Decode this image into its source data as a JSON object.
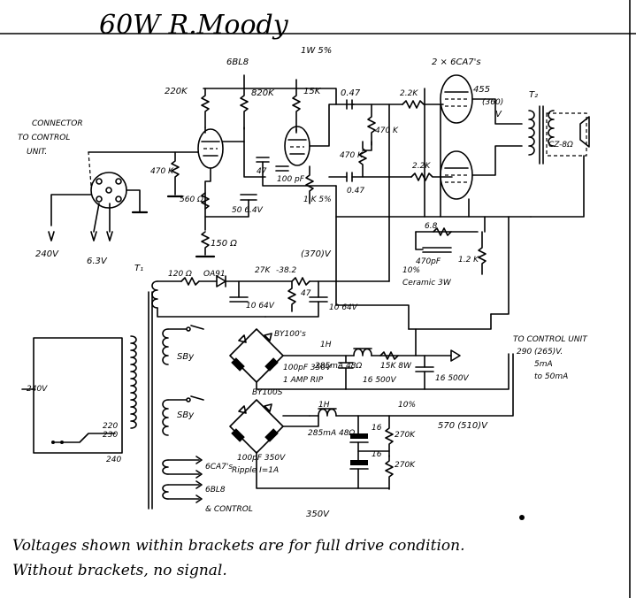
{
  "title": "60W R.Moody",
  "labels": {
    "tube_6bl8": "6BL8",
    "res_1w5": "1W 5%",
    "tubes_6ca7": "2 × 6CA7's",
    "r_220k": "220K",
    "r_820k": "820K",
    "r_15k_top": "15K",
    "c_047_top": "0.47",
    "r_22k_top": "2.2K",
    "v_455": "455",
    "v_360": "(360)",
    "v_unit": "V",
    "trans_out": "T₂",
    "conn_a": "CONNECTOR",
    "conn_b": "TO CONTROL",
    "conn_c": "UNIT.",
    "r_470k_in": "470 K",
    "r_470k_grid1": "470 K",
    "r_470k_grid2": "470 K",
    "c_47": "47",
    "c_100pf": "100 pF",
    "r_1k": "1 K 5%",
    "c_047_mid": "0.47",
    "r_22k_mid": "2.2K",
    "r_560": "560 Ω",
    "c_50": "50 6.4V",
    "speaker": "CZ-8Ω",
    "r_150": "150 Ω",
    "v_240_in": "240V",
    "v_63": "6.3V",
    "v_370": "(370)V",
    "r_68": "6.8",
    "c_470pf": "470pF",
    "pct_10": "10%",
    "ceramic": "Ceramic 3W",
    "r_12k": "1.2 K",
    "t1": "T₁",
    "r_120": "120 Ω",
    "oa91": "OA91",
    "r_27k": "27K",
    "v_382": "-38.2",
    "c_10_64": "10 64V",
    "r_47": "47",
    "c_10_64b": "10 64V",
    "sby1": "SBy",
    "by100a": "BY100's",
    "choke1": "1H",
    "c_100_350": "100pF 350V",
    "amp_rip": "1 AMP RIP",
    "ma_285": "285mA 48Ω",
    "r_15k_8w": "15K 8W",
    "c_16_500": "16 500V",
    "c_16_500b": "16 500V",
    "ctl_a": "TO CONTROL UNIT",
    "ctl_b": "290 (265)V.",
    "ctl_c": "5mA",
    "ctl_d": "to 50mA",
    "by100b": "BY100S",
    "pct_10b": "10%",
    "v_240_primary": "240V",
    "tap_220": "220",
    "tap_230": "230",
    "tap_240": "240",
    "sby2": "SBy",
    "choke2": "1H",
    "ma_285b": "285mA 48Ω",
    "c_16a": "16",
    "r_270k_a": "270K",
    "v_570": "570 (510)V",
    "c_100_350b": "100pF 350V",
    "ripple": "Ripple I=1A",
    "c_16b": "16",
    "r_270k_b": "270K",
    "heat_6ca7": "6CA7's",
    "heat_6bl8": "6BL8",
    "heat_ctrl": "& CONTROL",
    "v_350": "350V"
  },
  "note_lines": [
    "Voltages shown within brackets are for full drive condition.",
    "Without brackets, no signal."
  ]
}
